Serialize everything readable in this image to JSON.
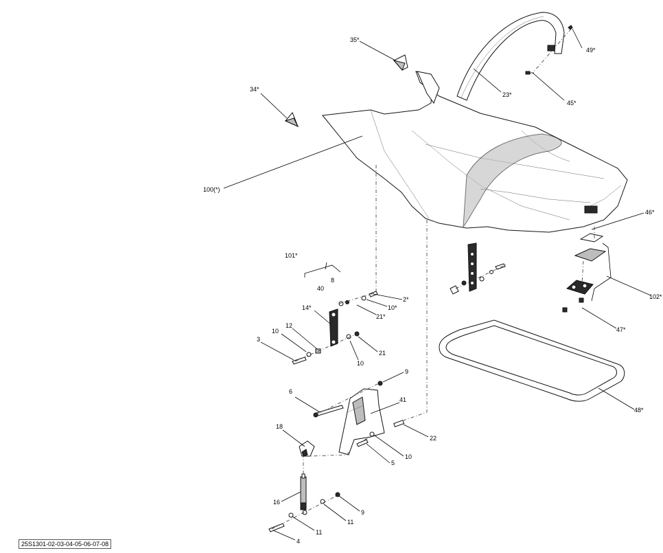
{
  "diagram": {
    "reference_code": "25S1301-02-03-04-05-06-07-08",
    "callouts": {
      "c35": "35*",
      "c34": "34*",
      "c49": "49*",
      "c23": "23*",
      "c45": "45*",
      "c100": "100(*)",
      "c46": "46*",
      "c101": "101*",
      "c8": "8",
      "c40": "40",
      "c2": "2*",
      "c10a": "10*",
      "c21a": "21*",
      "c14": "14*",
      "c102": "102*",
      "c10b": "10",
      "c12": "12",
      "c3": "3",
      "c21b": "21",
      "c10c": "10",
      "c47": "47*",
      "c9a": "9",
      "c48": "48*",
      "c6": "6",
      "c41": "41",
      "c18": "18",
      "c22": "22",
      "c10d": "10",
      "c5": "5",
      "c16": "16",
      "c9b": "9",
      "c11a": "11",
      "c11b": "11",
      "c4": "4"
    }
  }
}
